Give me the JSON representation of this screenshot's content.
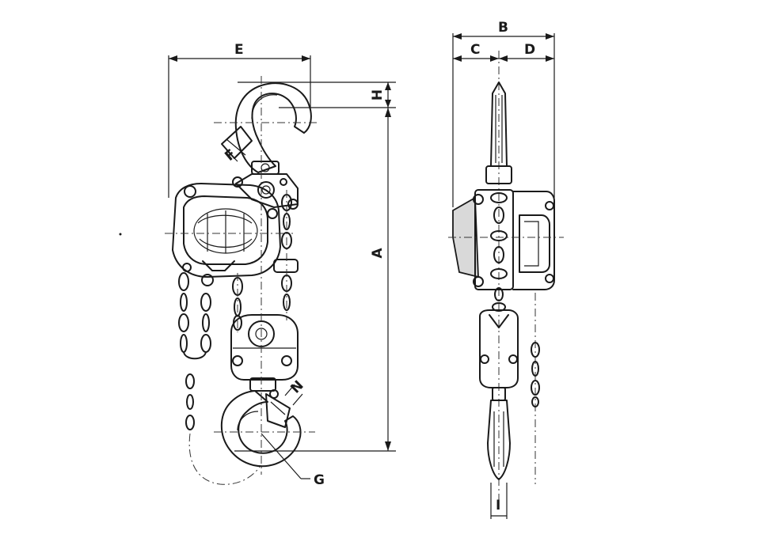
{
  "dimension_labels": {
    "a": "A",
    "b": "B",
    "c": "C",
    "d": "D",
    "e": "E",
    "f": "F",
    "g": "G",
    "h": "H",
    "i": "I",
    "n": "N"
  }
}
